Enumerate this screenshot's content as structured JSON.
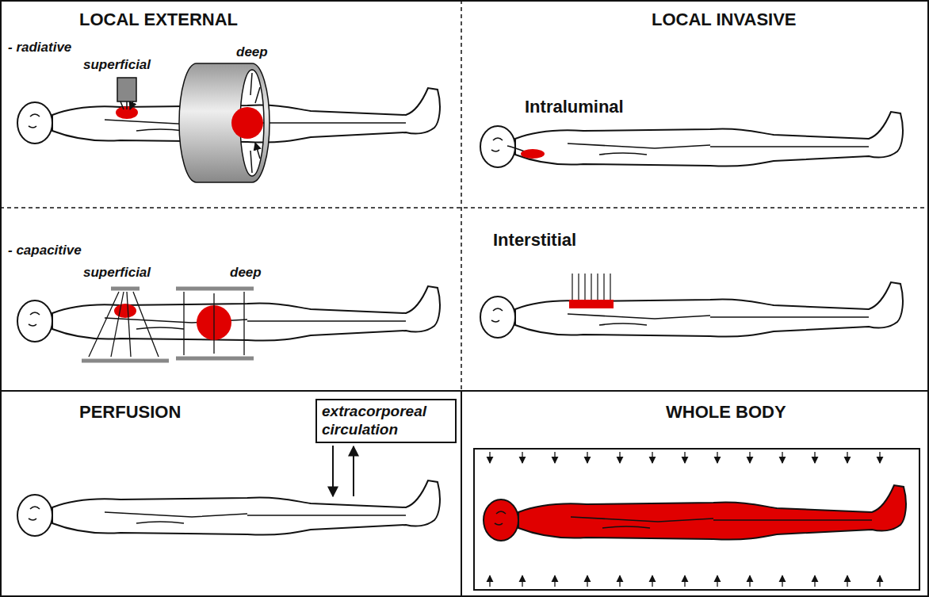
{
  "diagram": {
    "nodes": [
      {
        "text": [
          "LOCAL EXTERNAL"
        ]
      },
      {
        "text": [
          "LOCAL INVASIVE"
        ]
      },
      {
        "text": [
          "PERFUSION"
        ]
      },
      {
        "text": [
          "WHOLE BODY"
        ]
      },
      {
        "text": [
          "extracorporeal circulation"
        ],
        "in": 2
      }
    ],
    "labels": [
      "- radiative",
      "superficial",
      "deep",
      "- capacitive",
      "superficial",
      "deep",
      "Intraluminal",
      "Interstitial"
    ]
  }
}
